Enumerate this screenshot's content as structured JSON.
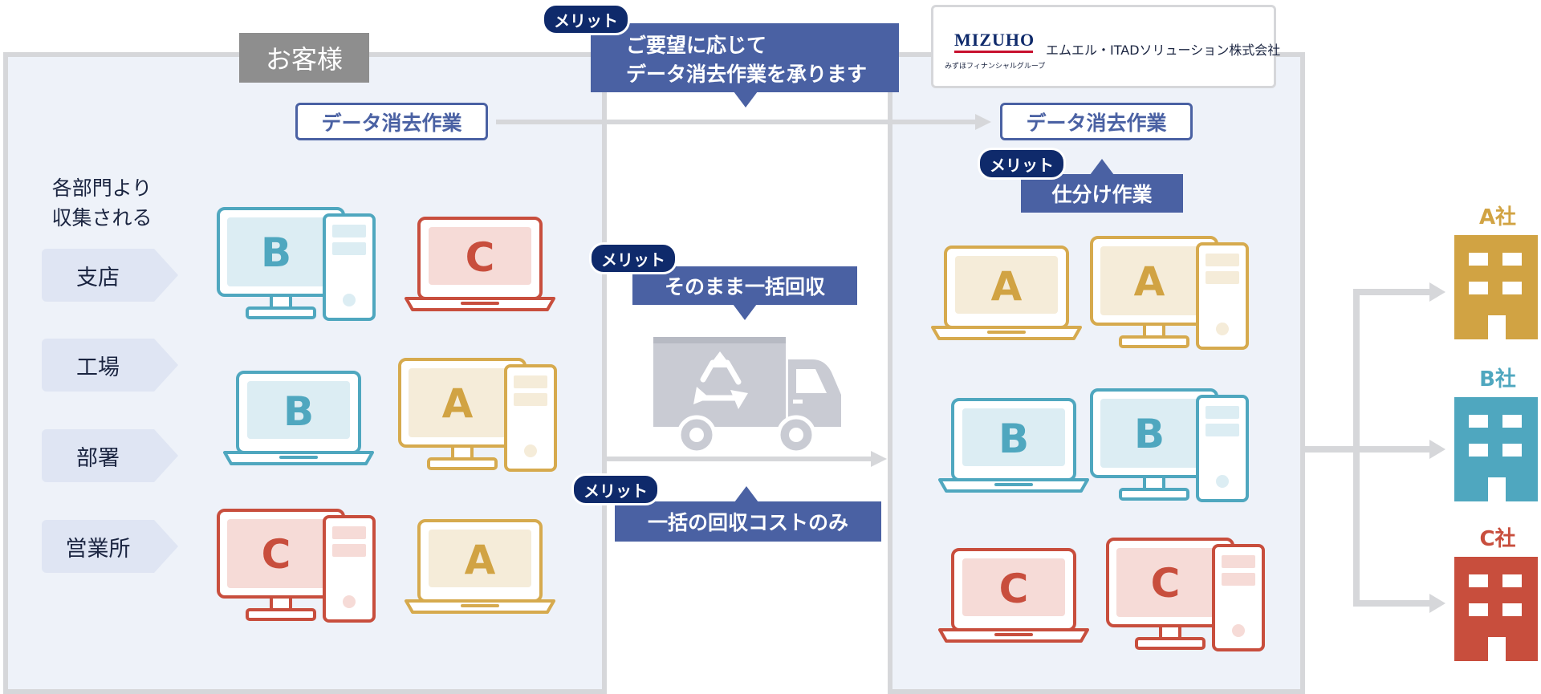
{
  "customer": {
    "label": "お客様",
    "data_erasure": "データ消去作業",
    "collected_note_line1": "各部門より",
    "collected_note_line2": "収集される",
    "departments": [
      "支店",
      "工場",
      "部署",
      "営業所"
    ]
  },
  "middle": {
    "merit_label": "メリット",
    "top_callout_line1": "ご要望に応じて",
    "top_callout_line2": "データ消去作業を承ります",
    "bulk_collect": "そのまま一括回収",
    "cost_only": "一括の回収コストのみ"
  },
  "vendor": {
    "logo_brand": "MIZUHO",
    "logo_group": "みずほフィナンシャルグループ",
    "company_name": "エムエル・ITADソリューション株式会社",
    "data_erasure": "データ消去作業",
    "sorting": "仕分け作業"
  },
  "devices": {
    "customer": [
      {
        "type": "desktop",
        "letter": "B"
      },
      {
        "type": "laptop",
        "letter": "C"
      },
      {
        "type": "laptop",
        "letter": "B"
      },
      {
        "type": "desktop",
        "letter": "A"
      },
      {
        "type": "desktop",
        "letter": "C"
      },
      {
        "type": "laptop",
        "letter": "A"
      }
    ],
    "vendor": [
      {
        "type": "laptop",
        "letter": "A"
      },
      {
        "type": "desktop",
        "letter": "A"
      },
      {
        "type": "laptop",
        "letter": "B"
      },
      {
        "type": "desktop",
        "letter": "B"
      },
      {
        "type": "laptop",
        "letter": "C"
      },
      {
        "type": "desktop",
        "letter": "C"
      }
    ]
  },
  "companies": [
    {
      "name": "A社",
      "color": "#d1a343"
    },
    {
      "name": "B社",
      "color": "#4fa7bf"
    },
    {
      "name": "C社",
      "color": "#c84e3d"
    }
  ],
  "colors": {
    "A": {
      "stroke": "#d6aa4e",
      "fill": "#f5ecd9",
      "text": "#d1a343"
    },
    "B": {
      "stroke": "#4fa7bf",
      "fill": "#dcedf3",
      "text": "#4fa7bf"
    },
    "C": {
      "stroke": "#c84e3d",
      "fill": "#f6dbd7",
      "text": "#c84e3d"
    },
    "accent": "#4a61a3",
    "merit": "#0f2a6b"
  }
}
